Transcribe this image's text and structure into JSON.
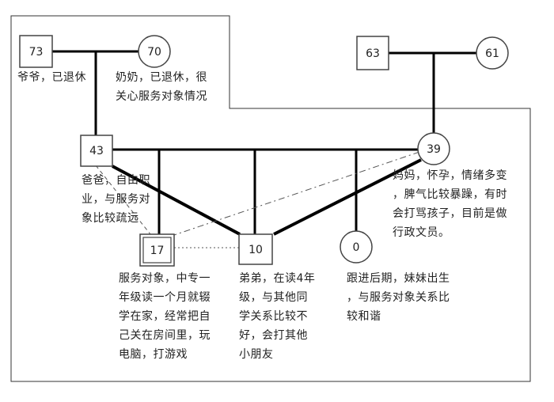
{
  "members": {
    "grandpa": {
      "age": "73"
    },
    "grandma": {
      "age": "70"
    },
    "maternal_grandpa": {
      "age": "63"
    },
    "maternal_grandma": {
      "age": "61"
    },
    "father": {
      "age": "43"
    },
    "mother": {
      "age": "39"
    },
    "client": {
      "age": "17"
    },
    "brother": {
      "age": "10"
    },
    "baby": {
      "age": "0"
    }
  },
  "notes": {
    "grandpa": [
      "爷爷，已退休"
    ],
    "grandma": [
      "奶奶，已退休，很",
      "关心服务对象情况"
    ],
    "father": [
      "爸爸，自由职",
      "业，与服务对",
      "象比较疏远"
    ],
    "mother": [
      "妈妈，怀孕，情绪多变",
      "，脾气比较暴躁，有时",
      "会打骂孩子，目前是做",
      "行政文员。"
    ],
    "client": [
      "服务对象，中专一",
      "年级读一个月就辍",
      "学在家，经常把自",
      "己关在房间里，玩",
      "电脑，打游戏"
    ],
    "brother": [
      "弟弟，在读4年",
      "级，与其他同",
      "学关系比较不",
      "好，会打其他",
      "小朋友"
    ],
    "baby": [
      "跟进后期，妹妹出生",
      "，与服务对象关系比",
      "较和谐"
    ]
  }
}
